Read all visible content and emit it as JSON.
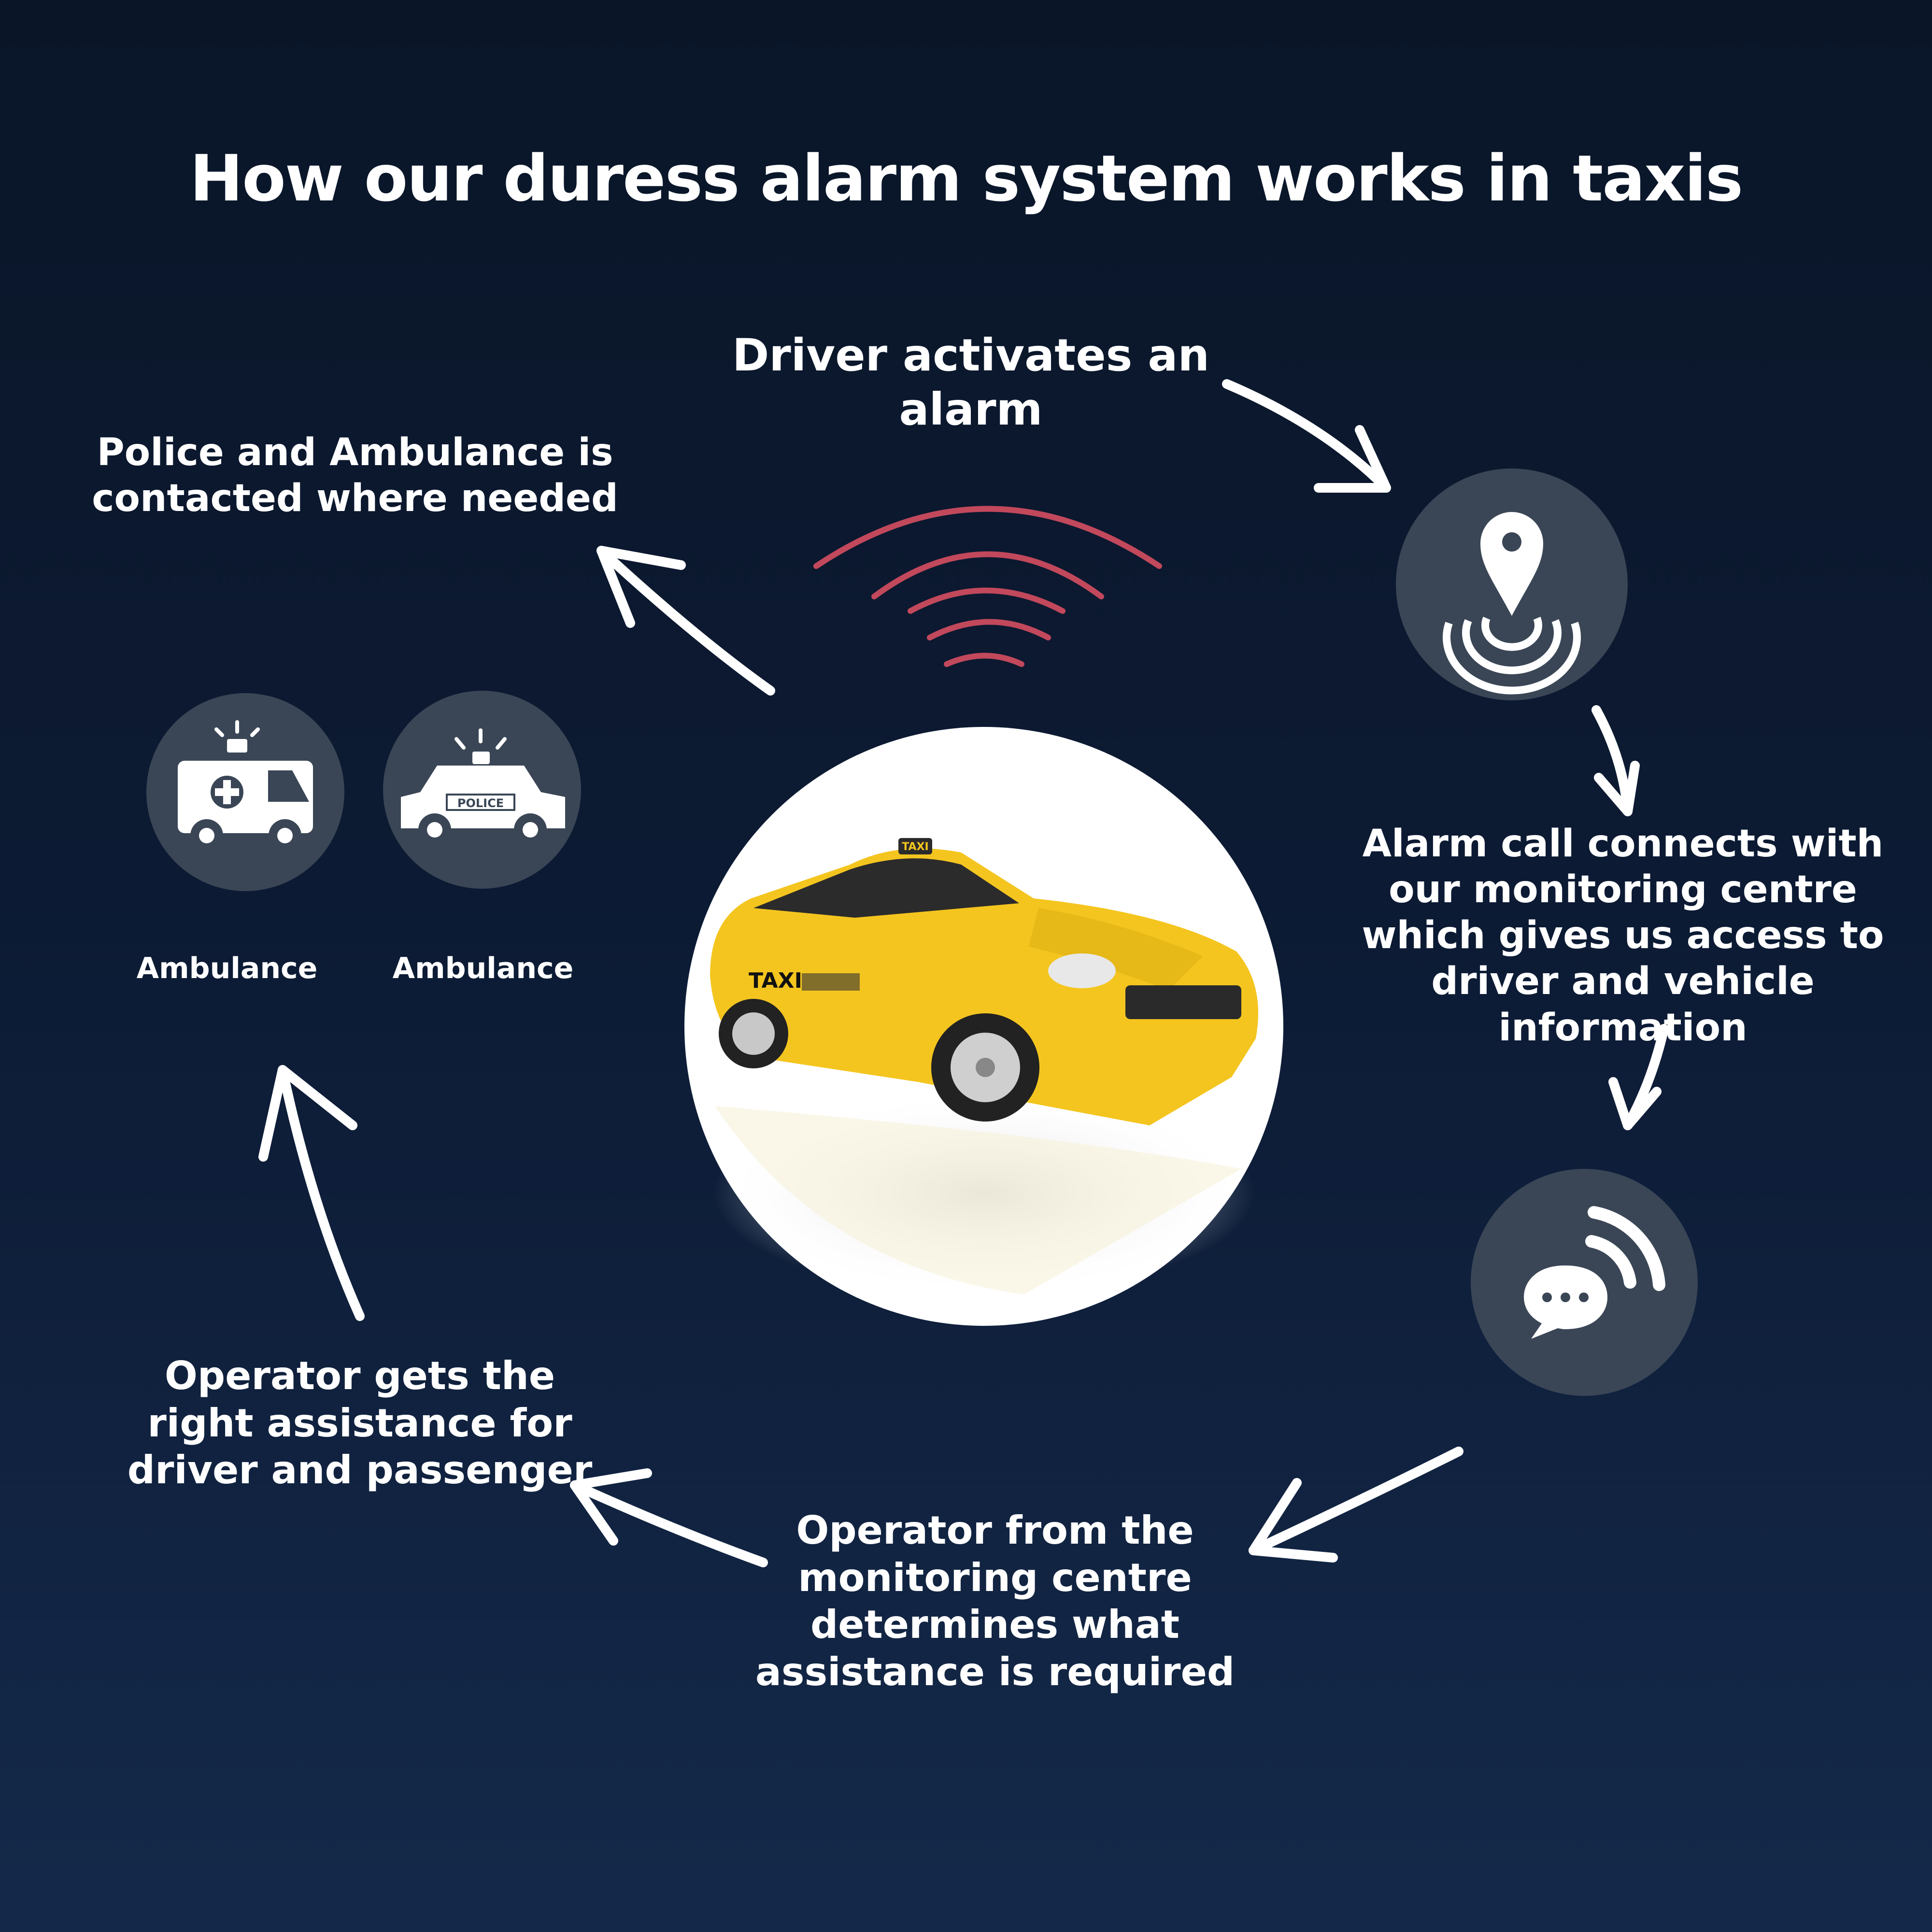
{
  "title": "How our duress alarm system works in taxis",
  "steps": {
    "driver_activates": "Driver activates an alarm",
    "alarm_connects": "Alarm call connects with our monitoring centre which gives us access to driver and vehicle information",
    "operator_determines": "Operator from the monitoring centre determines what assistance is required",
    "operator_assistance": "Operator gets the right assistance for driver and passenger",
    "police_ambulance": "Police and Ambulance is contacted where needed"
  },
  "labels": {
    "ambulance_1": "Ambulance",
    "ambulance_2": "Ambulance"
  },
  "car": {
    "sign_text": "TAXI",
    "police_text": "POLICE"
  },
  "colors": {
    "background": "#0c1a33",
    "icon_circle": "#3a4656",
    "taxi_yellow": "#f4c51f",
    "signal_red": "#c2485c"
  },
  "icons": [
    "location-pin-icon",
    "chat-signal-icon",
    "ambulance-icon",
    "police-car-icon",
    "alarm-signal-icon",
    "taxi-car-image"
  ]
}
